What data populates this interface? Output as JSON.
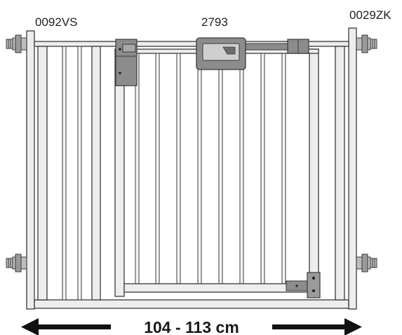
{
  "labels": {
    "left_part": "0092VS",
    "center_part": "2793",
    "right_part": "0029ZK"
  },
  "dimension": {
    "text": "104 - 113 cm"
  },
  "colors": {
    "frame_fill": "#ededed",
    "frame_stroke": "#3a3a3a",
    "hardware": "#8c8c8c",
    "hardware_dark": "#5a5a5a",
    "arrow": "#111111"
  }
}
